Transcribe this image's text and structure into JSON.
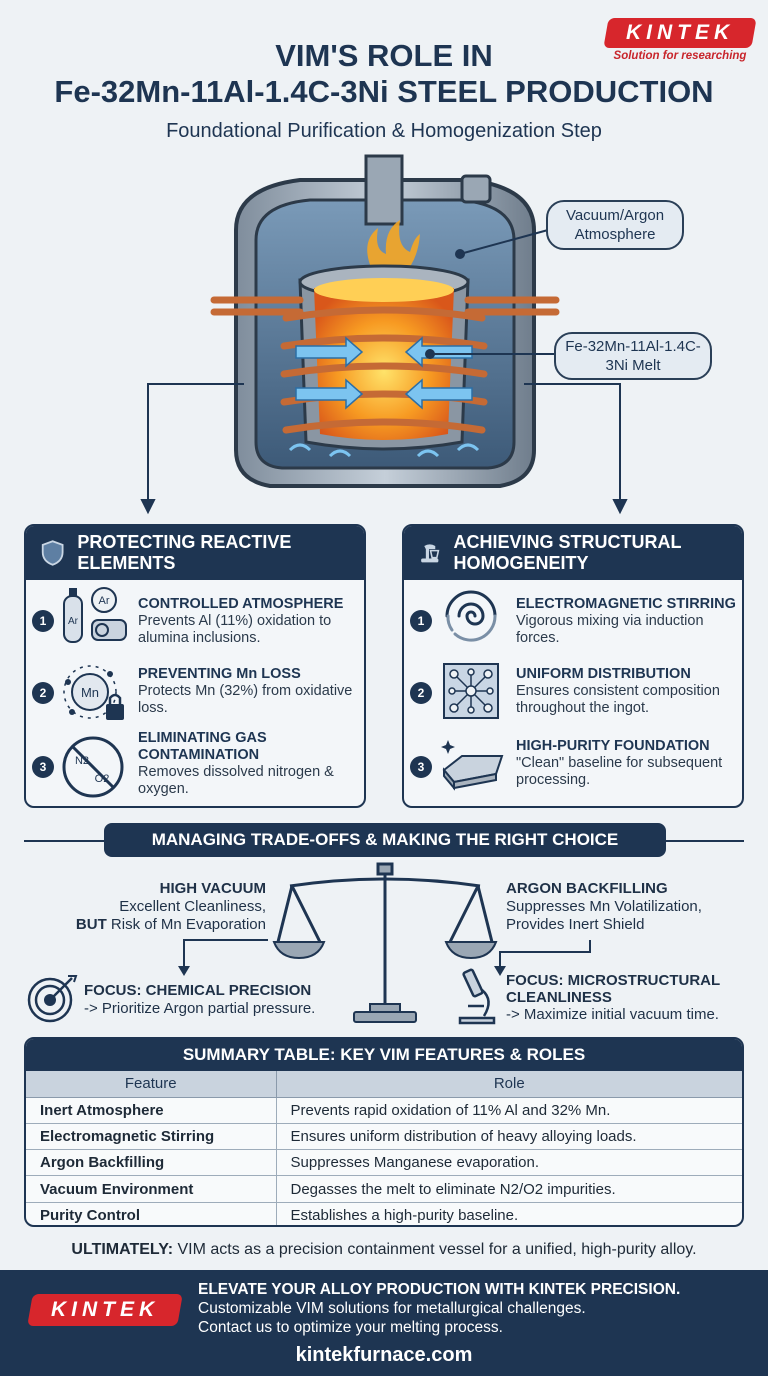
{
  "header": {
    "logo_text": "KINTEK",
    "logo_tagline": "Solution for researching",
    "title_line1": "VIM'S ROLE IN",
    "title_line2": "Fe-32Mn-11Al-1.4C-3Ni STEEL PRODUCTION",
    "subtitle": "Foundational Purification & Homogenization Step"
  },
  "furnace": {
    "callout_atmosphere": "Vacuum/Argon Atmosphere",
    "callout_melt": "Fe-32Mn-11Al-1.4C-3Ni Melt",
    "colors": {
      "melt": "#f38a1c",
      "coil": "#c56a35",
      "shell": "#3c4b5c"
    }
  },
  "left_panel": {
    "title": "PROTECTING REACTIVE ELEMENTS",
    "items": [
      {
        "num": "1",
        "title": "CONTROLLED ATMOSPHERE",
        "desc": "Prevents Al (11%) oxidation to alumina inclusions.",
        "icon": "gas-cylinder-pump-icon",
        "icon_labels": [
          "Ar",
          "Ar"
        ]
      },
      {
        "num": "2",
        "title": "PREVENTING Mn LOSS",
        "desc": "Protects Mn (32%) from oxidative loss.",
        "icon": "mn-atom-lock-icon",
        "icon_labels": [
          "Mn"
        ]
      },
      {
        "num": "3",
        "title": "ELIMINATING GAS CONTAMINATION",
        "desc": "Removes dissolved nitrogen & oxygen.",
        "icon": "no-n2-o2-icon",
        "icon_labels": [
          "N2",
          "O2"
        ]
      }
    ]
  },
  "right_panel": {
    "title": "ACHIEVING STRUCTURAL HOMOGENEITY",
    "items": [
      {
        "num": "1",
        "title": "ELECTROMAGNETIC STIRRING",
        "desc": "Vigorous mixing via induction forces.",
        "icon": "swirl-icon"
      },
      {
        "num": "2",
        "title": "UNIFORM DISTRIBUTION",
        "desc": "Ensures consistent composition throughout the ingot.",
        "icon": "lattice-icon"
      },
      {
        "num": "3",
        "title": "HIGH-PURITY FOUNDATION",
        "desc": "\"Clean\" baseline for subsequent processing.",
        "icon": "ingot-icon"
      }
    ]
  },
  "tradeoffs": {
    "banner": "MANAGING TRADE-OFFS & MAKING THE RIGHT CHOICE",
    "left_title": "HIGH VACUUM",
    "left_line1": "Excellent Cleanliness,",
    "left_but": "BUT",
    "left_line2": "Risk of Mn Evaporation",
    "right_title": "ARGON BACKFILLING",
    "right_line1": "Suppresses Mn Volatilization,",
    "right_line2": "Provides Inert Shield",
    "focus_left_title": "FOCUS: CHEMICAL PRECISION",
    "focus_left_desc": "-> Prioritize Argon partial pressure.",
    "focus_right_title": "FOCUS: MICROSTRUCTURAL CLEANLINESS",
    "focus_right_desc": "-> Maximize initial vacuum time."
  },
  "table": {
    "title": "SUMMARY TABLE: KEY VIM FEATURES & ROLES",
    "headers": [
      "Feature",
      "Role"
    ],
    "rows": [
      [
        "Inert Atmosphere",
        "Prevents rapid oxidation of 11% Al and 32% Mn."
      ],
      [
        "Electromagnetic Stirring",
        "Ensures uniform distribution of heavy alloying loads."
      ],
      [
        "Argon Backfilling",
        "Suppresses Manganese evaporation."
      ],
      [
        "Vacuum Environment",
        "Degasses the melt to eliminate N2/O2 impurities."
      ],
      [
        "Purity Control",
        "Establishes a high-purity baseline."
      ]
    ]
  },
  "ultimately": {
    "lead": "ULTIMATELY:",
    "text": "VIM acts as a precision containment vessel for a unified, high-purity alloy."
  },
  "footer": {
    "logo_text": "KINTEK",
    "headline": "ELEVATE YOUR ALLOY PRODUCTION WITH KINTEK PRECISION.",
    "line1": "Customizable VIM solutions for metallurgical challenges.",
    "line2": "Contact us to optimize your melting process.",
    "url": "kintekfurnace.com"
  },
  "colors": {
    "navy": "#1e3552",
    "brand_red": "#d7262c",
    "background": "#eef2f5"
  }
}
